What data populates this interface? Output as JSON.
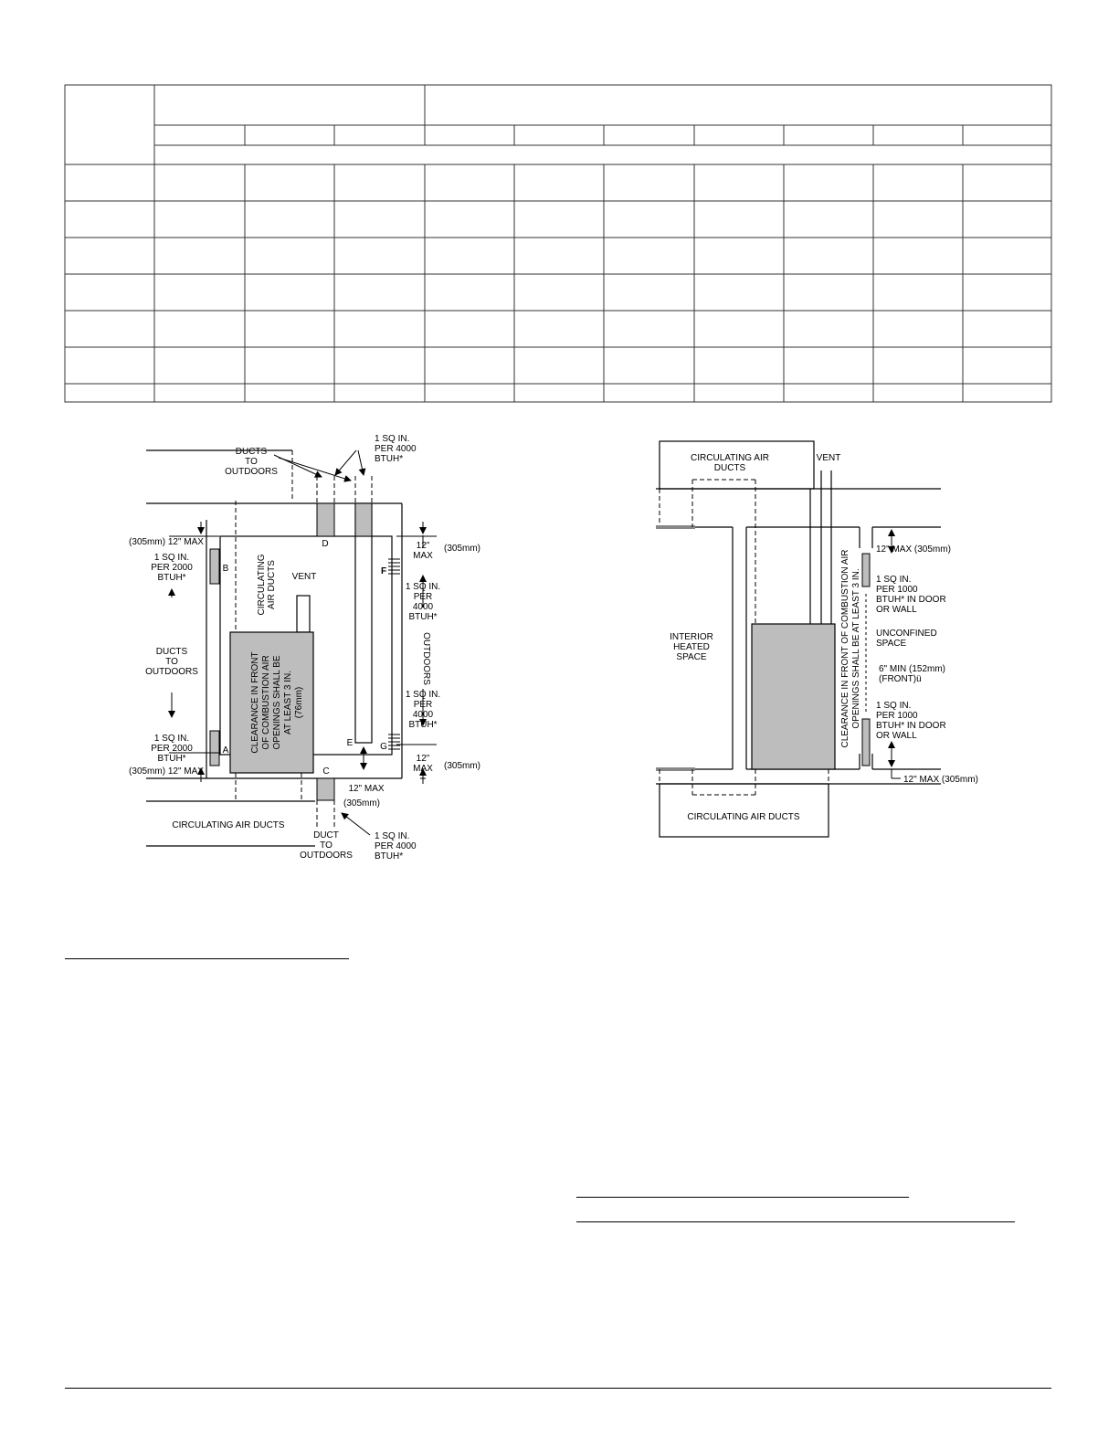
{
  "left_diagram": {
    "ducts_to_outdoors_top": [
      "DUCTS",
      "TO",
      "OUTDOORS"
    ],
    "vent_top_area": [
      "1 SQ IN.",
      "PER 4000",
      "BTUH*"
    ],
    "max_top_left": "(305mm)  12\" MAX",
    "vent_b": [
      "1 SQ IN.",
      "PER 2000",
      "BTUH*"
    ],
    "ducts_to_outdoors_left": [
      "DUCTS",
      "TO",
      "OUTDOORS"
    ],
    "vent_a": [
      "1 SQ IN.",
      "PER 2000",
      "BTUH*"
    ],
    "max_bottom_left": "(305mm)  12\" MAX",
    "circ_air_ducts_vertical": [
      "CIRCULATING",
      "AIR DUCTS"
    ],
    "vent_label": "VENT",
    "clearance_note": [
      "CLEARANCE IN FRONT",
      "OF COMBUSTION AIR",
      "OPENINGS SHALL BE",
      "AT LEAST 3 IN.",
      "(76mm)"
    ],
    "letter_a": "A",
    "letter_b": "B",
    "letter_c": "C",
    "letter_d": "D",
    "letter_e": "E",
    "letter_f": "F",
    "letter_g": "G",
    "max_right_top": [
      "12\"",
      "MAX"
    ],
    "mm_right_top": "(305mm)",
    "vent_f": [
      "1 SQ IN.",
      "PER",
      "4000",
      "BTUH*"
    ],
    "outdoors_vertical": "OUTDOORS",
    "vent_g": [
      "1 SQ IN.",
      "PER",
      "4000",
      "BTUH*"
    ],
    "max_right_bottom": [
      "12\"",
      "MAX"
    ],
    "mm_right_bottom": "(305mm)",
    "max_bottom_center": "12\" MAX",
    "mm_bottom_center": "(305mm)",
    "circ_air_ducts_bottom": "CIRCULATING AIR DUCTS",
    "duct_to_outdoors": [
      "DUCT",
      "TO",
      "OUTDOORS"
    ],
    "vent_c": [
      "1 SQ IN.",
      "PER 4000",
      "BTUH*"
    ]
  },
  "right_diagram": {
    "circ_air_ducts_top": [
      "CIRCULATING AIR",
      "DUCTS"
    ],
    "vent_label": "VENT",
    "max_top": "12\" MAX (305mm)",
    "opening_top": [
      "1 SQ IN.",
      "PER 1000",
      "BTUH* IN DOOR",
      "OR WALL"
    ],
    "unconfined_space": [
      "UNCONFINED",
      "SPACE"
    ],
    "min_front": [
      "6\" MIN (152mm)",
      "(FRONT)ü"
    ],
    "opening_bottom": [
      "1 SQ IN.",
      "PER 1000",
      "BTUH* IN DOOR",
      "OR WALL"
    ],
    "max_bottom": "12\" MAX (305mm)",
    "interior_heated_space": [
      "INTERIOR",
      "HEATED",
      "SPACE"
    ],
    "clearance_note": [
      "CLEARANCE IN FRONT OF COMBUSTION AIR",
      "OPENINGS SHALL BE AT LEAST 3 IN."
    ],
    "circ_air_ducts_bottom": "CIRCULATING AIR DUCTS"
  },
  "colors": {
    "appliance_fill": "#bdbdbd",
    "line": "#000000",
    "table_line": "#333333"
  }
}
